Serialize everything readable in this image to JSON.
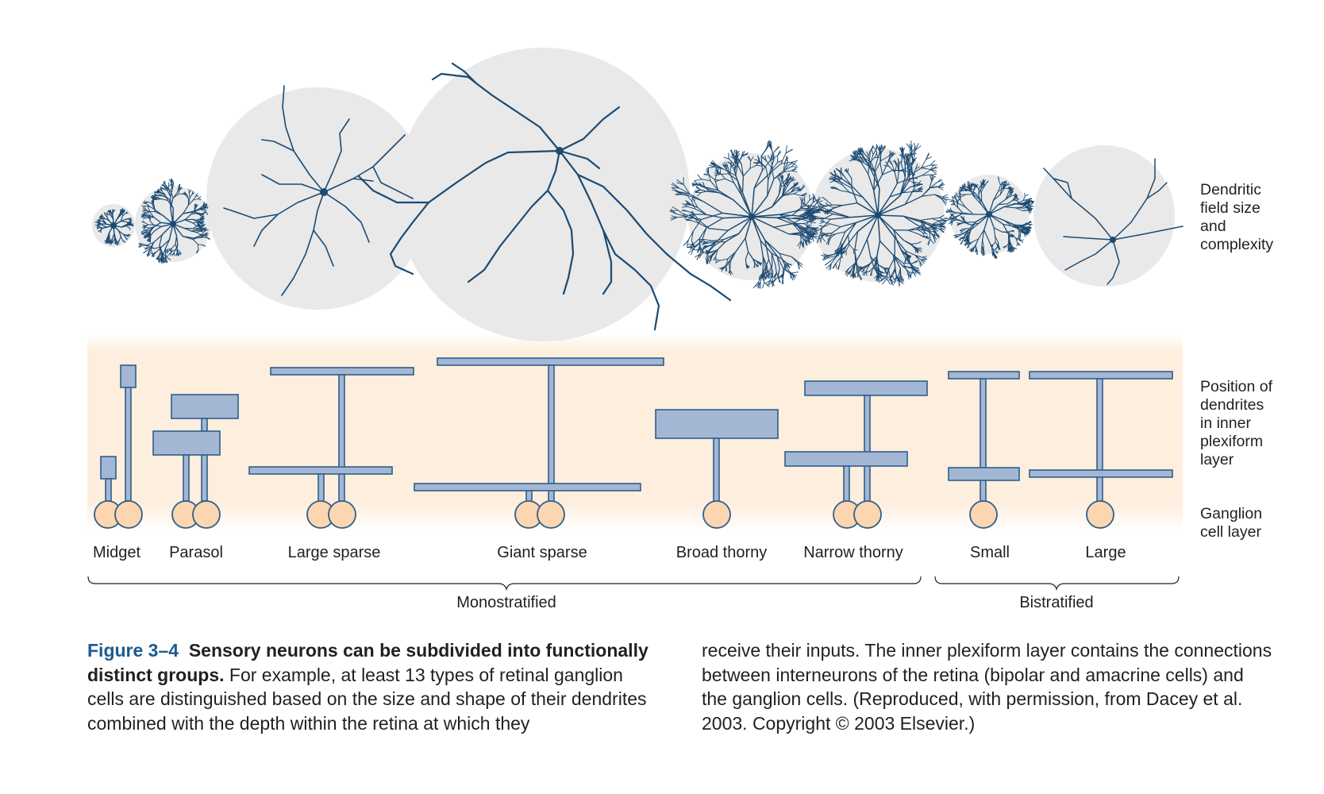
{
  "side_labels": {
    "dendritic": [
      "Dendritic",
      "field size",
      "and",
      "complexity"
    ],
    "position": [
      "Position of",
      "dendrites",
      "in inner",
      "plexiform",
      "layer"
    ],
    "ganglion": [
      "Ganglion",
      "cell layer"
    ]
  },
  "cell_types": [
    "Midget",
    "Parasol",
    "Large sparse",
    "Giant sparse",
    "Broad thorny",
    "Narrow thorny",
    "Small",
    "Large"
  ],
  "groups": {
    "mono": "Monostratified",
    "bi": "Bistratified"
  },
  "caption": {
    "figure_no": "Figure 3–4",
    "lead": "Sensory neurons can be subdivided into functionally distinct groups.",
    "body": "For example, at least 13 types of retinal ganglion cells are distinguished based on the size and shape of their dendrites combined with the depth within the retina at which they receive their inputs. The inner plexiform layer contains the connections between interneurons of the retina (bipolar and amacrine cells) and the ganglion cells. (Reproduced, with permission, from Dacey et al. 2003. Copyright © 2003 Elsevier.)"
  },
  "colors": {
    "field": "#e9e9e9",
    "dendrite": "#1b4a72",
    "layer_fill": "#a3b7d4",
    "layer_stroke": "#2e5f8c",
    "soma": "#fbd6b0",
    "band": "#fdecd9"
  }
}
